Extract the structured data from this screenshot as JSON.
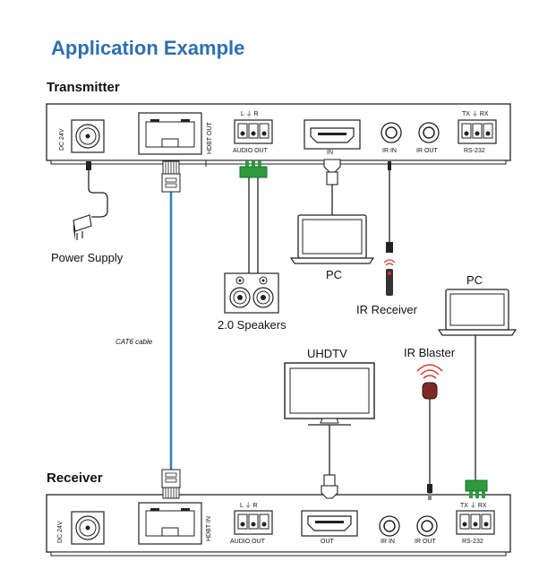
{
  "title": "Application Example",
  "transmitter": {
    "heading": "Transmitter",
    "dc": "DC 24V",
    "hdbt": "HDBT OUT",
    "audio_lr": "L ⏚ R",
    "audio": "AUDIO OUT",
    "in": "IN",
    "irin": "IR IN",
    "irout": "IR OUT",
    "rs_pins": "TX ⏚ RX",
    "rs232": "RS-232"
  },
  "receiver": {
    "heading": "Receiver",
    "dc": "DC 24V",
    "hdbt": "HDBT IN",
    "audio_lr": "L ⏚ R",
    "audio": "AUDIO OUT",
    "out": "OUT",
    "irin": "IR IN",
    "irout": "IR OUT",
    "rs_pins": "TX ⏚ RX",
    "rs232": "RS-232"
  },
  "devices": {
    "power_supply": "Power Supply",
    "pc1": "PC",
    "ir_receiver": "IR Receiver",
    "pc2": "PC",
    "speakers": "2.0 Speakers",
    "uhdtv": "UHDTV",
    "ir_blaster": "IR Blaster",
    "cable": "CAT6 cable"
  },
  "colors": {
    "title": "#2e6fb0",
    "cable": "#2f7fc1",
    "green": "#2e9a3e",
    "ir_red": "#d9362b"
  }
}
